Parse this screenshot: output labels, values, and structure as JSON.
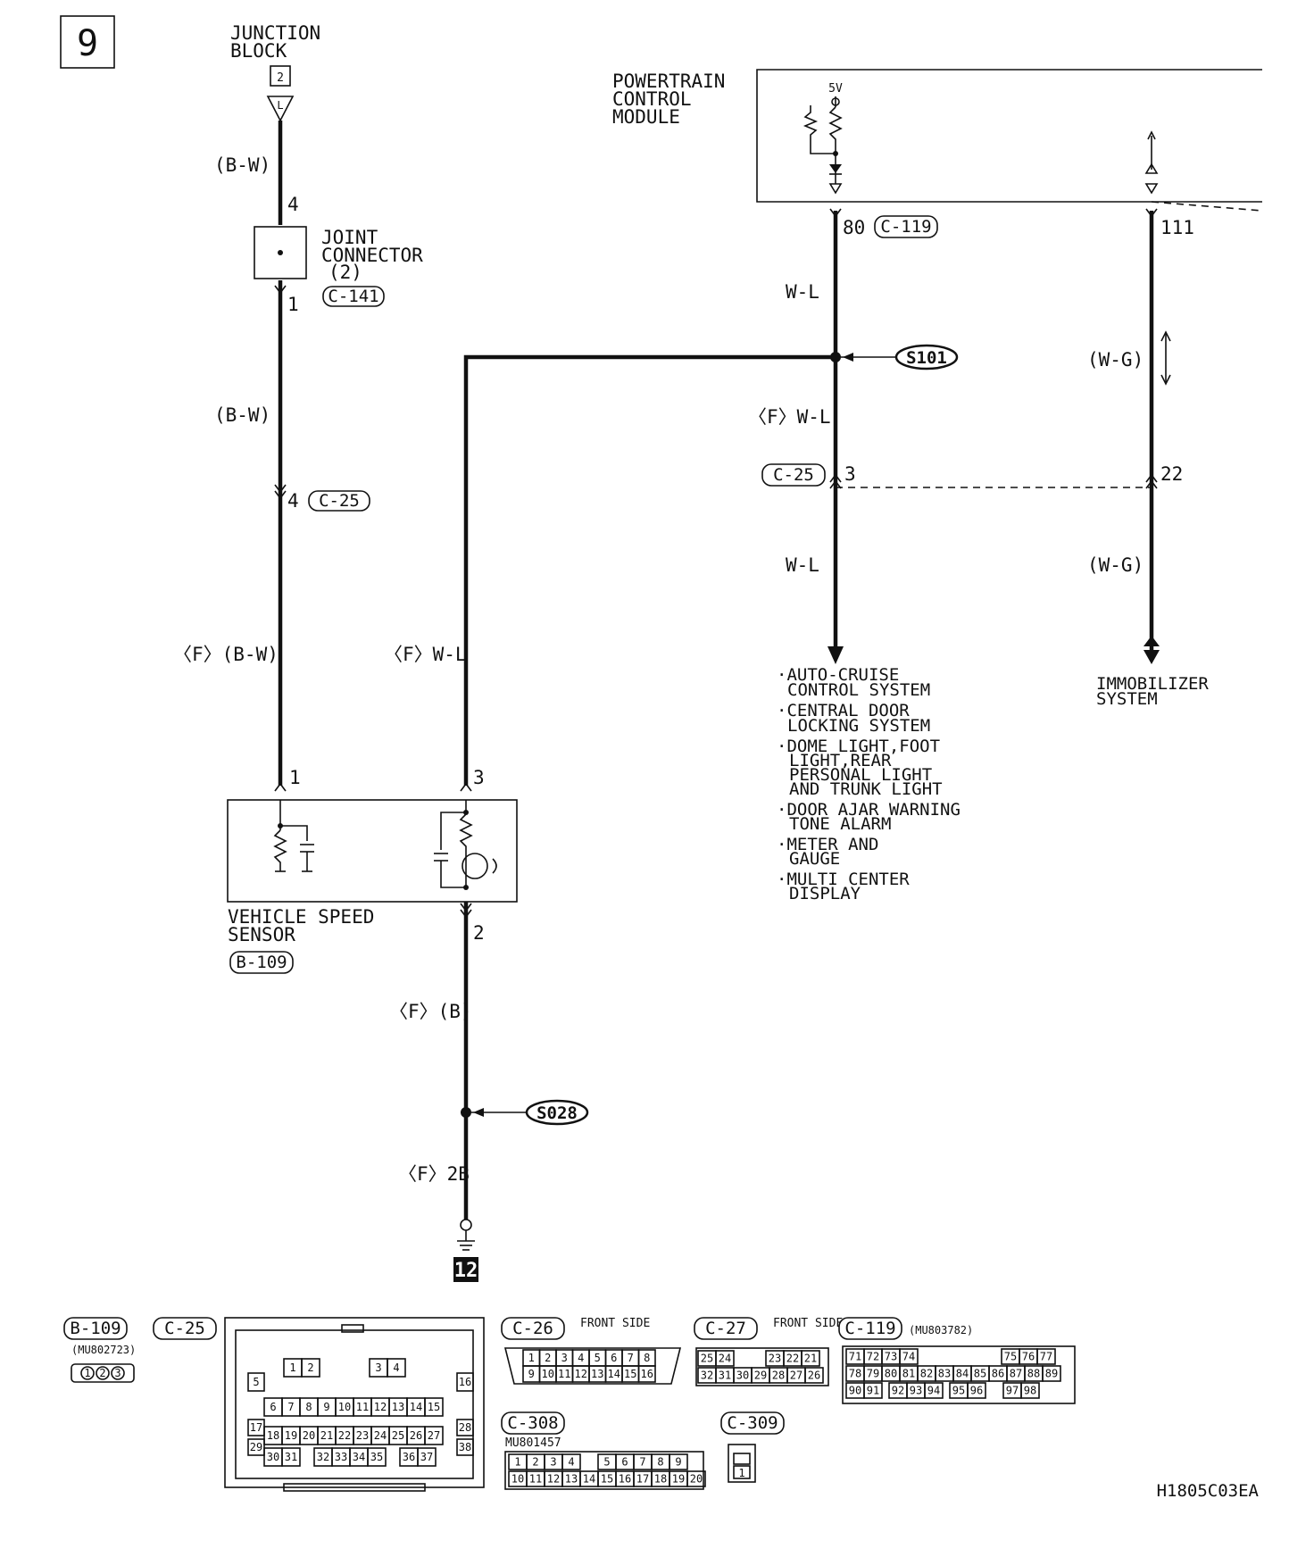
{
  "page_number": "9",
  "junction_block": {
    "title_line1": "JUNCTION",
    "title_line2": "BLOCK",
    "ref": "2",
    "pin": "L"
  },
  "wire_bw": {
    "label_top": "(B-W)",
    "label_mid": "(B-W)",
    "label_bottom": "〈F〉(B-W)"
  },
  "joint_connector": {
    "line1": "JOINT",
    "line2": "CONNECTOR",
    "line3": "(2)",
    "conn": "C-141",
    "pin_top": "4",
    "pin_bottom": "1"
  },
  "c25_left": {
    "pin": "4",
    "conn": "C-25"
  },
  "pcm": {
    "line1": "POWERTRAIN",
    "line2": "CONTROL",
    "line3": "MODULE",
    "voltage": "5V"
  },
  "pcm_pins": {
    "pin80": "80",
    "conn119": "C-119",
    "pin111": "111"
  },
  "wire_wl": {
    "top": "W-L",
    "mid": "〈F〉W-L",
    "bottom": "W-L",
    "left_branch": "〈F〉W-L"
  },
  "splice_s101": "S101",
  "wire_wg": {
    "top": "(W-G)",
    "bottom": "(W-G)"
  },
  "c25_right": {
    "conn": "C-25",
    "pin3": "3",
    "pin22": "22"
  },
  "destinations_wl": [
    {
      "l1": "·AUTO-CRUISE",
      "l2": "CONTROL SYSTEM"
    },
    {
      "l1": "·CENTRAL DOOR",
      "l2": "LOCKING SYSTEM"
    },
    {
      "l1": "·DOME LIGHT,FOOT",
      "l2": "LIGHT,REAR",
      "l3": "PERSONAL LIGHT",
      "l4": "AND TRUNK LIGHT"
    },
    {
      "l1": "·DOOR AJAR WARNING",
      "l2": "TONE ALARM"
    },
    {
      "l1": "·METER AND",
      "l2": "GAUGE"
    },
    {
      "l1": "·MULTI CENTER",
      "l2": "DISPLAY"
    }
  ],
  "immobilizer": {
    "l1": "IMMOBILIZER",
    "l2": "SYSTEM"
  },
  "vss": {
    "l1": "VEHICLE SPEED",
    "l2": "SENSOR",
    "conn": "B-109",
    "pin1": "1",
    "pin3": "3",
    "pin2": "2"
  },
  "wire_b": {
    "label": "〈F〉(B)",
    "ground_label": "〈F〉2B",
    "ground_ref": "12"
  },
  "splice_s028": "S028",
  "connectors": {
    "b109": {
      "name": "B-109",
      "part": "(MU802723)",
      "pins": [
        "1",
        "2",
        "3"
      ]
    },
    "c25": {
      "name": "C-25",
      "rows": [
        [
          "1",
          "2",
          "3",
          "4"
        ],
        [
          "5",
          "16"
        ],
        [
          "6",
          "7",
          "8",
          "9",
          "10",
          "11",
          "12",
          "13",
          "14",
          "15"
        ],
        [
          "17",
          "28"
        ],
        [
          "18",
          "19",
          "20",
          "21",
          "22",
          "23",
          "24",
          "25",
          "26",
          "27"
        ],
        [
          "29",
          "38"
        ],
        [
          "30",
          "31",
          "32",
          "33",
          "34",
          "35",
          "36",
          "37"
        ]
      ]
    },
    "c26": {
      "name": "C-26",
      "side": "FRONT SIDE",
      "row1": [
        "1",
        "2",
        "3",
        "4",
        "5",
        "6",
        "7",
        "8"
      ],
      "row2": [
        "9",
        "10",
        "11",
        "12",
        "13",
        "14",
        "15",
        "16"
      ]
    },
    "c27": {
      "name": "C-27",
      "side": "FRONT SIDE",
      "row1": [
        "25",
        "24",
        "23",
        "22",
        "21"
      ],
      "row2": [
        "32",
        "31",
        "30",
        "29",
        "28",
        "27",
        "26"
      ]
    },
    "c119": {
      "name": "C-119",
      "part": "(MU803782)",
      "row1": [
        "71",
        "72",
        "73",
        "74",
        "75",
        "76",
        "77"
      ],
      "row2": [
        "78",
        "79",
        "80",
        "81",
        "82",
        "83",
        "84",
        "85",
        "86",
        "87",
        "88",
        "89"
      ],
      "row3": [
        "90",
        "91",
        "92",
        "93",
        "94",
        "95",
        "96",
        "97",
        "98"
      ]
    },
    "c308": {
      "name": "C-308",
      "part": "MU801457",
      "row1": [
        "1",
        "2",
        "3",
        "4",
        "5",
        "6",
        "7",
        "8",
        "9"
      ],
      "row2": [
        "10",
        "11",
        "12",
        "13",
        "14",
        "15",
        "16",
        "17",
        "18",
        "19",
        "20"
      ]
    },
    "c309": {
      "name": "C-309",
      "pin": "1"
    }
  },
  "doc_code": "H1805C03EA"
}
